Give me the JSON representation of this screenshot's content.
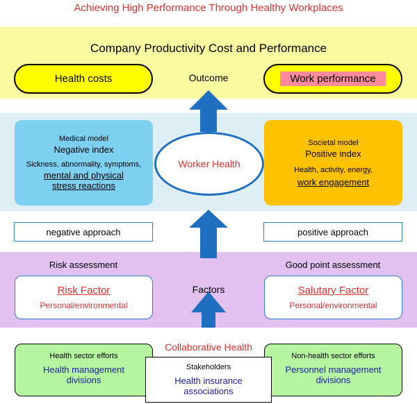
{
  "title": "Achieving High Performance Through Healthy Workplaces",
  "top": {
    "heading": "Company Productivity Cost and Performance",
    "left_pill": "Health costs",
    "center_label": "Outcome",
    "right_pill": "Work performance"
  },
  "middle": {
    "left": {
      "model": "Medical model",
      "index": "Negative index",
      "desc": "Sickness, abnormality, symptoms,",
      "desc_link_1": "mental and physical",
      "desc_link_2": "stress reactions"
    },
    "center": "Worker Health",
    "right": {
      "model": "Societal model",
      "index": "Positive index",
      "desc": "Health, activity, energy,",
      "desc_link": "work engagement"
    }
  },
  "approach": {
    "left": "negative approach",
    "right": "positive approach"
  },
  "factors": {
    "left_heading": "Risk assessment",
    "right_heading": "Good point assessment",
    "left_title": "Risk Factor",
    "left_sub": "Personal/environmental",
    "center": "Factors",
    "right_title": "Salutary Factor",
    "right_sub": "Personal/environmental"
  },
  "bottom": {
    "heading": "Collaborative Health",
    "left_small": "Health sector efforts",
    "left_main_1": "Health management",
    "left_main_2": "divisions",
    "center_small": "Stakeholders",
    "center_main_1": "Health insurance",
    "center_main_2": "associations",
    "right_small": "Non-health sector efforts",
    "right_main_1": "Personnel management",
    "right_main_2": "divisions"
  },
  "colors": {
    "title_red": "#e03030",
    "arrow_blue": "#1f6fc0",
    "yellow_band": "#fafaa0",
    "blue_band": "#ddeef5",
    "purple_band": "#e2c0ef",
    "pill_yellow": "#ffff00",
    "highlight_pink": "#ff8a9a",
    "box_blue": "#7dd0f0",
    "box_orange": "#ffc200",
    "box_green": "#b6f5a0",
    "navy_text": "#1a1aaa"
  }
}
